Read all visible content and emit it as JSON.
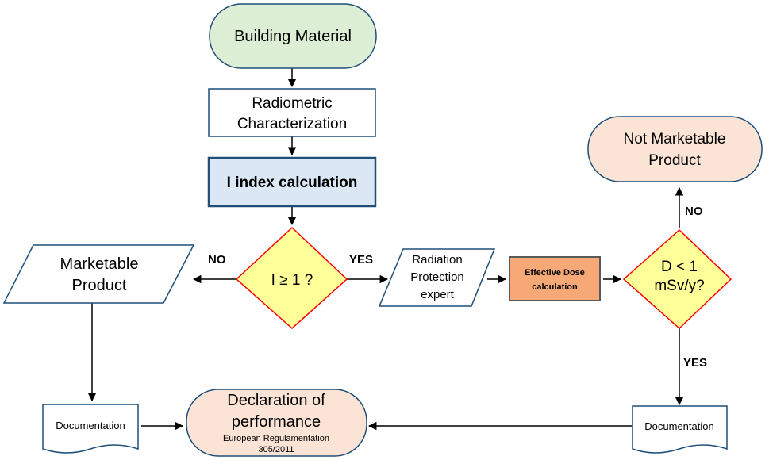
{
  "nodes": {
    "building_material": {
      "label": "Building Material"
    },
    "radiometric": {
      "line1": "Radiometric",
      "line2": "Characterization"
    },
    "i_index": {
      "label": "I index calculation"
    },
    "decision_i": {
      "label": "I ≥ 1 ?"
    },
    "marketable": {
      "line1": "Marketable",
      "line2": "Product"
    },
    "radiation_expert": {
      "line1": "Radiation",
      "line2": "Protection",
      "line3": "expert"
    },
    "effective_dose": {
      "line1": "Effective Dose",
      "line2": "calculation"
    },
    "decision_d": {
      "line1": "D < 1",
      "line2": "mSv/y?"
    },
    "not_marketable": {
      "line1": "Not Marketable",
      "line2": "Product"
    },
    "doc_left": {
      "label": "Documentation"
    },
    "doc_right": {
      "label": "Documentation"
    },
    "declaration": {
      "line1": "Declaration of",
      "line2": "performance",
      "line3": "European Regulamentation",
      "line4": "305/2011"
    }
  },
  "edge_labels": {
    "i_no": "NO",
    "i_yes": "YES",
    "d_no": "NO",
    "d_yes": "YES"
  },
  "colors": {
    "start_fill": "#dcefd5",
    "i_index_fill": "#dbe7f5",
    "decision_fill": "#ffff99",
    "decision_stroke": "#ff0000",
    "effective_dose_fill": "#f7a877",
    "terminal_fill": "#fbe4d5",
    "box_stroke": "#1f4e79"
  }
}
